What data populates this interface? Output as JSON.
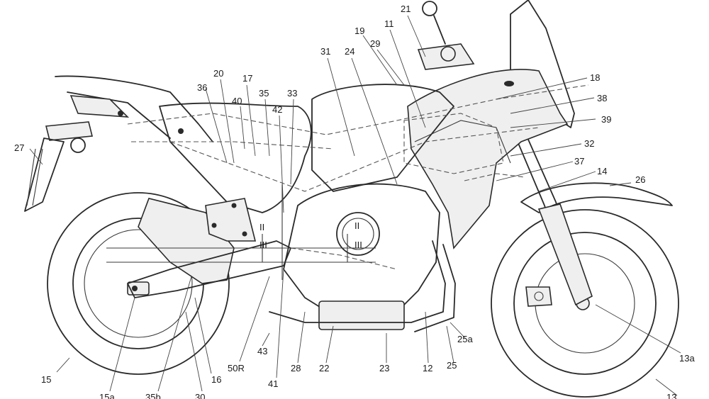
{
  "labels": {
    "l21": "21",
    "l19": "19",
    "l11": "11",
    "l31": "31",
    "l24": "24",
    "l29": "29",
    "l20": "20",
    "l17": "17",
    "l36": "36",
    "l40": "40",
    "l35": "35",
    "l33": "33",
    "l42": "42",
    "l18": "18",
    "l38": "38",
    "l39": "39",
    "l32": "32",
    "l37": "37",
    "l14": "14",
    "l26": "26",
    "l27": "27",
    "l15": "15",
    "l15a": "15a",
    "l35b": "35b",
    "l30": "30",
    "l16": "16",
    "l50R": "50R",
    "l43": "43",
    "l41": "41",
    "l28": "28",
    "l22": "22",
    "l23": "23",
    "l12": "12",
    "l25": "25",
    "l25a": "25a",
    "l13a": "13a",
    "l13": "13"
  },
  "section_marks": {
    "left_top": "II",
    "left_bottom": "III",
    "right_top": "II",
    "right_bottom": "III"
  },
  "colors": {
    "line": "#2a2a2a",
    "background": "#ffffff"
  }
}
